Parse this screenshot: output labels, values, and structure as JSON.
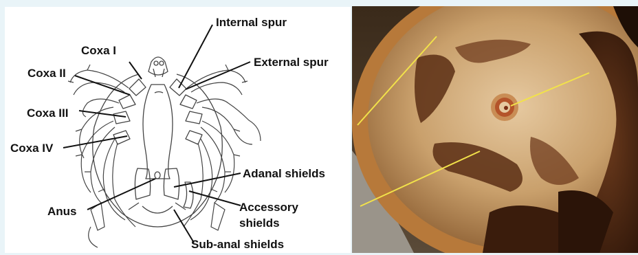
{
  "labels": {
    "internal_spur": "Internal spur",
    "coxa_i": "Coxa I",
    "external_spur": "External spur",
    "coxa_ii": "Coxa II",
    "coxa_iii": "Coxa III",
    "coxa_iv": "Coxa IV",
    "adanal_shields": "Adanal shields",
    "anus": "Anus",
    "accessory_shields_1": "Accessory",
    "accessory_shields_2": "shields",
    "sub_anal_shields": "Sub-anal shields"
  },
  "colors": {
    "background": "#e9f4f8",
    "drawing_stroke": "#444444",
    "leader_line": "#111111",
    "pointer_line": "#f2e24a",
    "photo_base": "#b58a5a"
  }
}
